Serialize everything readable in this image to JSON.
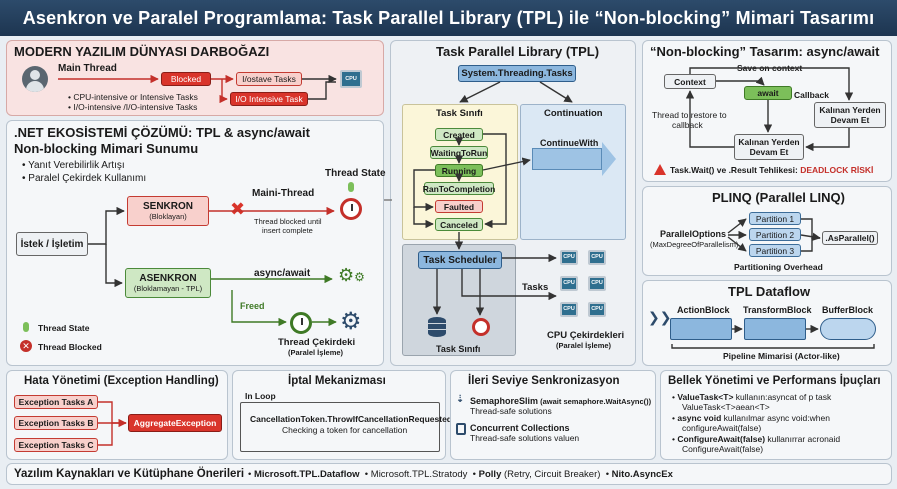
{
  "title": "Asenkron ve Paralel Programlama: Task Parallel Library (TPL) ile “Non-blocking” Mimari Tasarımı",
  "modern": {
    "heading": "MODERN YAZILIM DÜNYASI DARBOĞAZI",
    "main_thread": "Main Thread",
    "blocked": "Blocked",
    "io_tasks_1": "I/ostave Tasks",
    "io_tasks_2": "I/O Intensive Task",
    "cpu": "CPU",
    "bullet_1": "CPU-intensive or Intensive Tasks",
    "bullet_2": "I/O-intensive /I/O-intensive Tasks"
  },
  "net": {
    "heading": ".NET EKOSİSTEMİ ÇÖZÜMÜ: TPL & async/await",
    "subheading": "Non-blocking Mimari Sunumu",
    "bullet_1": "Yanıt Verebilirlik Artışı",
    "bullet_2": "Paralel Çekirdek Kullanımı",
    "request": "İstek / İşletim",
    "sync_title": "SENKRON",
    "sync_sub": "(Bloklayan)",
    "main_thread": "Maini-Thread",
    "thread_blocked_note_1": "Thread blocked until",
    "thread_blocked_note_2": "insert complete",
    "thread_state": "Thread State",
    "async_title": "ASENKRON",
    "async_sub": "(Bloklamayan - TPL)",
    "async_await": "async/await",
    "freed": "Freed",
    "thread_core": "Thread Çekirdeki",
    "parallel_proc": "(Paralel İşleme)",
    "legend_state": "Thread State",
    "legend_blocked": "Thread Blocked"
  },
  "tpl": {
    "heading": "Task Parallel Library (TPL)",
    "namespace": "System.Threading.Tasks",
    "task_class": "Task Sınıfı",
    "continuation": "Continuation",
    "states": [
      "Created",
      "WaitingToRun",
      "Running",
      "RanToCompletion",
      "Faulted",
      "Canceled"
    ],
    "continue_with": "ContinueWith",
    "scheduler": "Task Scheduler",
    "tasks": "Tasks",
    "cpu": "CPU",
    "cpu_cores": "CPU Çekirdekleri",
    "parallel_proc": "(Paralel İşleme)",
    "task_class_bottom": "Task Sınıfı"
  },
  "nonblocking": {
    "heading": "“Non-blocking” Tasarım: async/await",
    "save_context": "Save on context",
    "context": "Context",
    "await": "await",
    "callback": "Callback",
    "thread_restore": "Thread to restore to",
    "callback2": "callback",
    "remaining_1": "Kalınan Yerden",
    "remaining_2": "Devam Et",
    "warning_prefix": "Task.Wait() ve .Result Tehlikesi: ",
    "warning_risk": "DEADLOCK RİSKİ"
  },
  "plinq": {
    "heading": "PLINQ (Parallel LINQ)",
    "options": "ParallelOptions",
    "max_degree": "(MaxDegreeOfParallelism)",
    "partitions": [
      "Partition 1",
      "Partition 2",
      "Partition 3"
    ],
    "as_parallel": ".AsParallel()",
    "overhead": "Partitioning Overhead"
  },
  "dataflow": {
    "heading": "TPL Dataflow",
    "blocks": [
      "ActionBlock",
      "TransformBlock",
      "BufferBlock"
    ],
    "pipeline": "Pipeline Mimarisi (Actor-like)"
  },
  "errors": {
    "heading": "Hata Yönetimi (Exception Handling)",
    "tasks": [
      "Exception Tasks A",
      "Exception Tasks B",
      "Exception Tasks C"
    ],
    "aggregate": "AggregateException"
  },
  "cancel": {
    "heading": "İptal Mekanizması",
    "in_loop": "In Loop",
    "code": "CancellationToken.ThrowIfCancellationRequested()",
    "note": "Checking a token for cancellation"
  },
  "sync": {
    "heading": "İleri Seviye Senkronizasyon",
    "semaphore": "SemaphoreSlim",
    "semaphore_code": " (await semaphore.WaitAsync())",
    "semaphore_note": "Thread-safe solutions",
    "concurrent": "Concurrent Collections",
    "concurrent_note": "Thread-safe solutions valuen"
  },
  "memory": {
    "heading": "Bellek Yönetimi ve Performans İpuçları",
    "b1_bold": "ValueTask<T>",
    "b1_rest": " kullanın:asyncat of p task",
    "b1_line2": "ValueTask<T>aean<T>",
    "b2_bold": "async void",
    "b2_rest": " kullanılmar async void:when",
    "b2_line2": "configureAwait(false)",
    "b3_bold": "ConfigureAwait(false)",
    "b3_rest": " kullanırrar acronaid",
    "b3_line2": "ConfigureAwait(false)"
  },
  "footer": {
    "heading": "Yazılım Kaynakları ve Kütüphane Önerileri",
    "items": [
      "Microsoft.TPL.Dataflow",
      "Microsoft.TPL.Stratody",
      "Polly",
      " (Retry, Circuit Breaker)",
      "Nito.AsyncEx"
    ]
  },
  "colors": {
    "title_bg": "#1d3550",
    "red": "#d9342b",
    "green": "#7cbf5a",
    "blue": "#8cb7de",
    "dark_blue": "#2f6f8f"
  }
}
